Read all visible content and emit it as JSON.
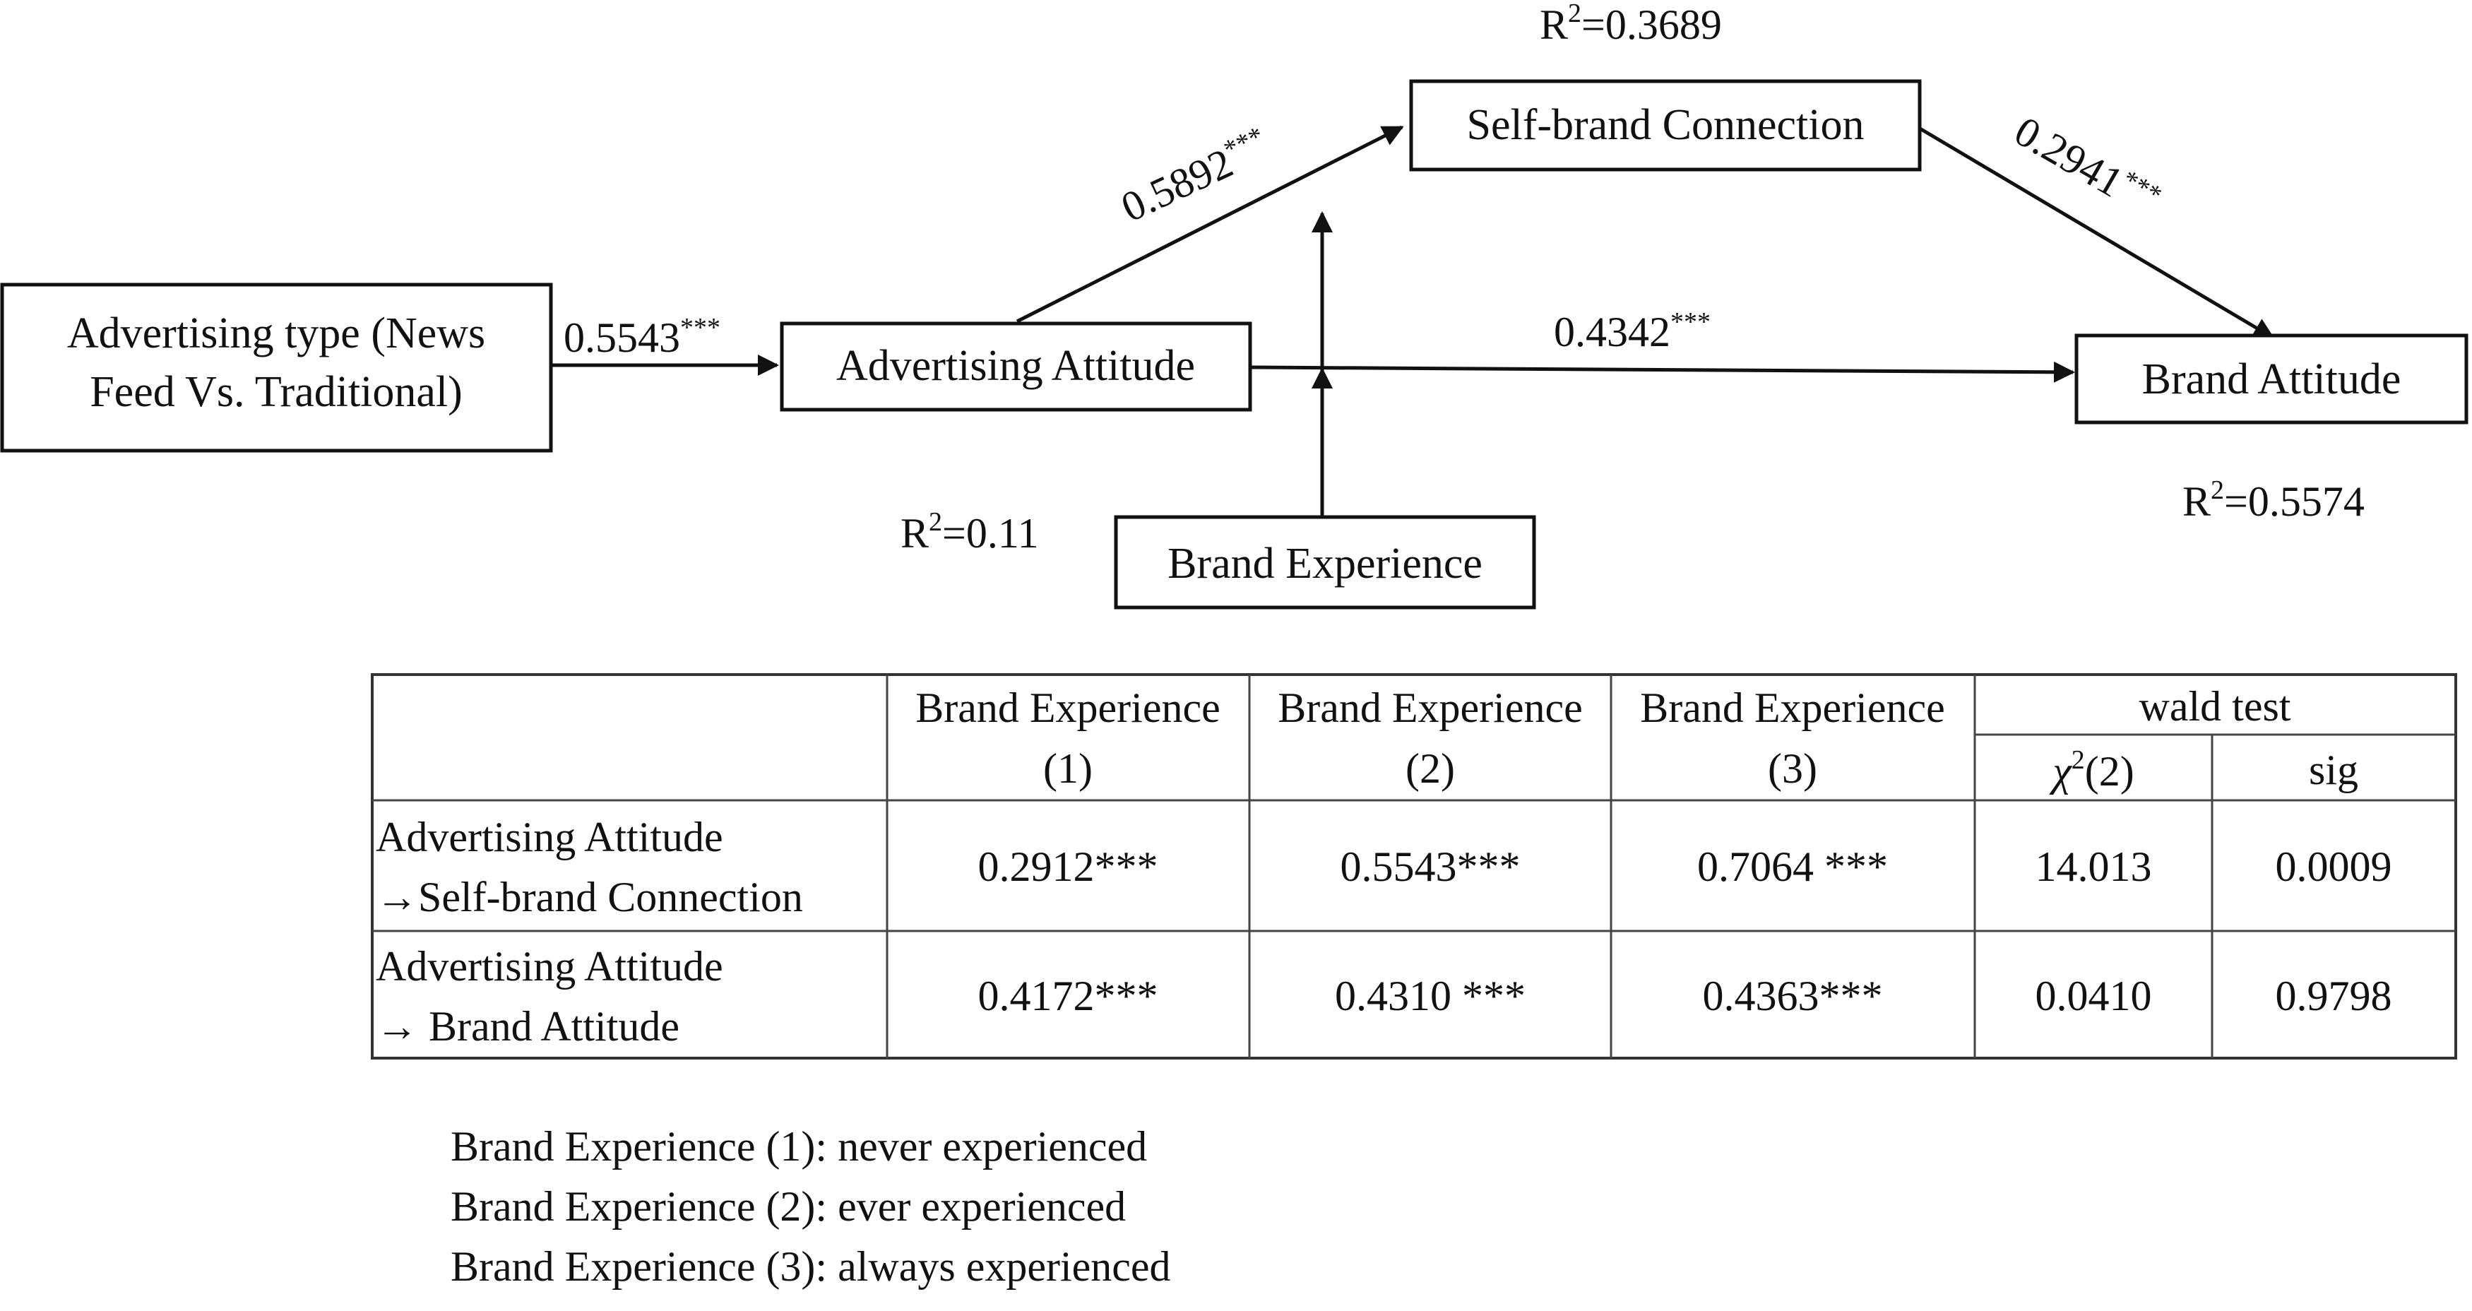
{
  "nodes": {
    "ad_type_line1": "Advertising type (News",
    "ad_type_line2": "Feed Vs. Traditional)",
    "ad_attitude": "Advertising Attitude",
    "self_brand": "Self-brand Connection",
    "brand_attitude": "Brand Attitude",
    "brand_experience": "Brand Experience"
  },
  "edges": {
    "type_to_attitude": {
      "value": "0.5543",
      "sig": "***"
    },
    "attitude_to_self": {
      "value": "0.5892",
      "sig": "***"
    },
    "self_to_brand": {
      "value": "0.2941",
      "sig": "***"
    },
    "attitude_to_brand": {
      "value": "0.4342",
      "sig": "***"
    }
  },
  "r2": {
    "self_brand": {
      "base": "R",
      "sup": "2",
      "val": "=0.3689"
    },
    "ad_attitude": {
      "base": "R",
      "sup": "2",
      "val": "=0.11"
    },
    "brand_attitude": {
      "base": "R",
      "sup": "2",
      "val": "=0.5574"
    }
  },
  "table": {
    "headers": {
      "be1_line1": "Brand Experience",
      "be1_line2": "(1)",
      "be2_line1": "Brand Experience",
      "be2_line2": "(2)",
      "be3_line1": "Brand Experience",
      "be3_line2": "(3)",
      "wald": "wald test",
      "chi_sym": "χ",
      "chi_sup": "2",
      "chi_df": "(2)",
      "sig": "sig"
    },
    "rows": [
      {
        "label1": "Advertising Attitude",
        "label2": "→Self-brand Connection",
        "be1": "0.2912***",
        "be2": "0.5543***",
        "be3": "0.7064 ***",
        "chi": "14.013",
        "sig": "0.0009"
      },
      {
        "label1": "Advertising Attitude",
        "label2": "→ Brand Attitude",
        "be1": "0.4172***",
        "be2": "0.4310 ***",
        "be3": "0.4363***",
        "chi": "0.0410",
        "sig": "0.9798"
      }
    ]
  },
  "notes": [
    "Brand Experience (1): never experienced",
    "Brand Experience (2): ever experienced",
    "Brand Experience (3): always experienced"
  ]
}
